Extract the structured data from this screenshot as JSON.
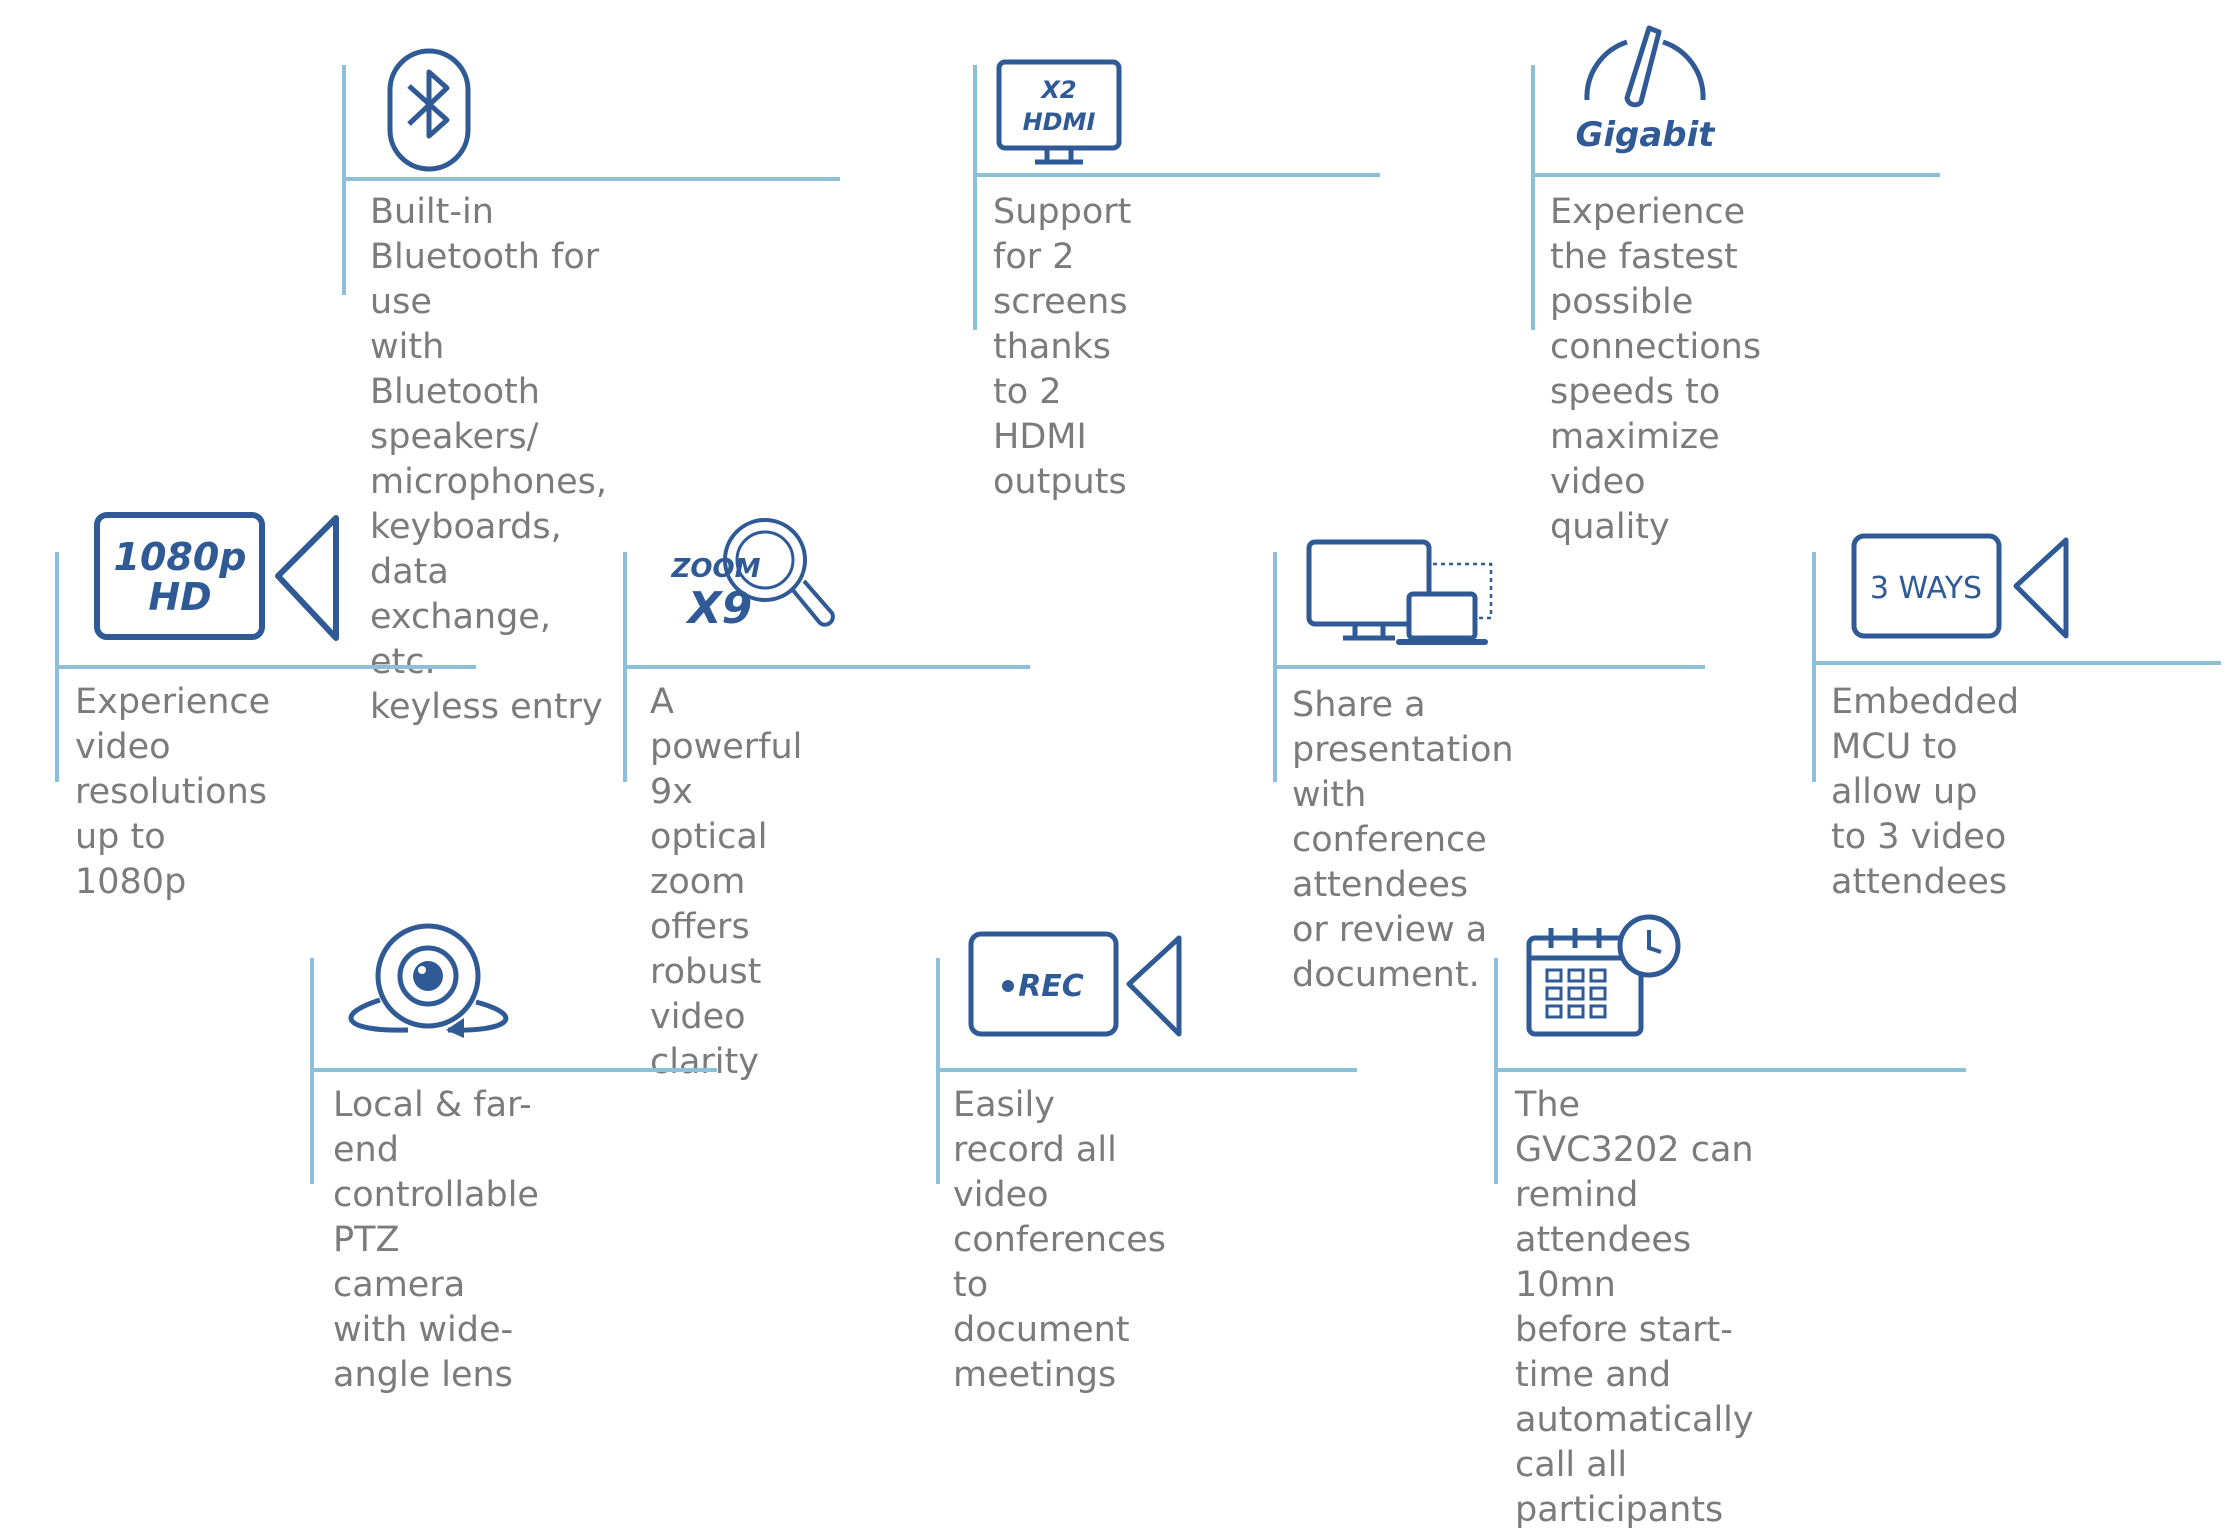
{
  "colors": {
    "icon": "#2f5a96",
    "line": "#8cc0d8",
    "text": "#7b7b7d"
  },
  "features": [
    {
      "icon": "bluetooth-icon",
      "text": "Built-in Bluetooth for use\nwith Bluetooth speakers/\nmicrophones, keyboards,\ndata exchange, etc.\nkeyless entry"
    },
    {
      "icon": "hdmi-monitor-icon",
      "icon_label_1": "X2",
      "icon_label_2": "HDMI",
      "text": "Support for 2 screens\nthanks to 2 HDMI\noutputs"
    },
    {
      "icon": "gigabit-speedometer-icon",
      "icon_label": "Gigabit",
      "text": "Experience the fastest\npossible connections\nspeeds to maximize\nvideo quality"
    },
    {
      "icon": "hd-camera-icon",
      "icon_label_1": "1080p",
      "icon_label_2": "HD",
      "text": "Experience video\nresolutions up to\n1080p"
    },
    {
      "icon": "zoom-magnifier-icon",
      "icon_label_1": "ZOOM",
      "icon_label_2": "X9",
      "text": "A powerful 9x optical\nzoom offers robust\nvideo clarity"
    },
    {
      "icon": "screen-share-icon",
      "text": "Share a presentation\nwith conference\nattendees or review a\ndocument."
    },
    {
      "icon": "three-ways-camera-icon",
      "icon_label": "3 WAYS",
      "text": "Embedded MCU to\nallow up to 3 video\nattendees"
    },
    {
      "icon": "ptz-camera-icon",
      "text": "Local & far-end\ncontrollable PTZ\ncamera with wide-\nangle lens"
    },
    {
      "icon": "record-camera-icon",
      "icon_label": "REC",
      "text": "Easily record all\nvideo conferences to\ndocument meetings"
    },
    {
      "icon": "calendar-clock-icon",
      "text": "The GVC3202 can\nremind attendees 10mn\nbefore start-time and\nautomatically call all\nparticipants"
    }
  ]
}
